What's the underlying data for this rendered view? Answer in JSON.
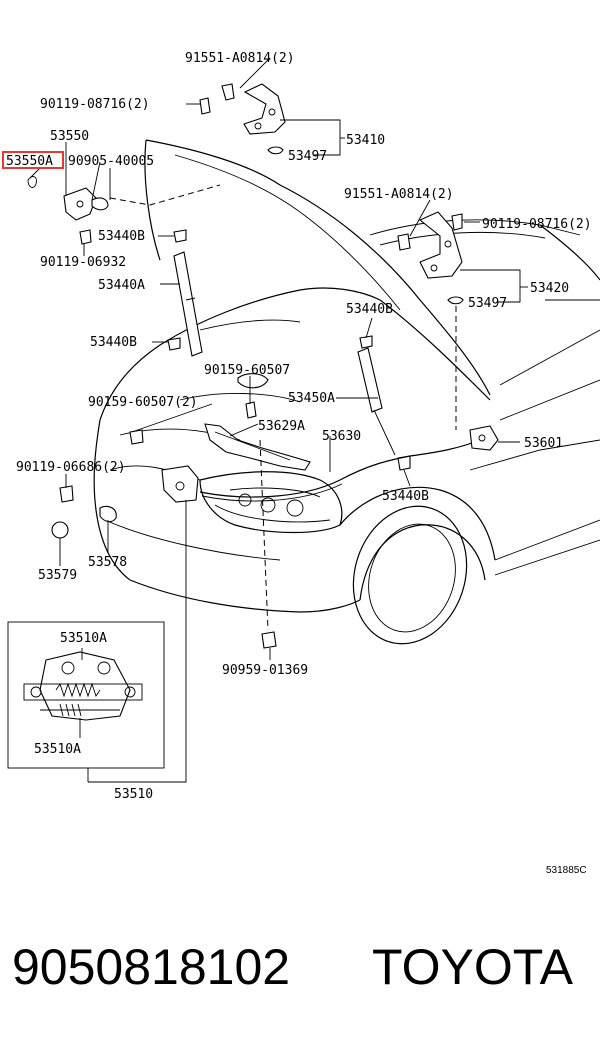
{
  "diagram": {
    "labels": {
      "l91551a": "91551-A0814(2)",
      "l90119a": "90119-08716(2)",
      "l53550": "53550",
      "l53550a": "53550A",
      "l90905": "90905-40005",
      "l53410": "53410",
      "l53497a": "53497",
      "l91551b": "91551-A0814(2)",
      "l90119b": "90119-08716(2)",
      "l53440b1": "53440B",
      "l90119c": "90119-06932",
      "l53440a": "53440A",
      "l53420": "53420",
      "l53497b": "53497",
      "l53440b2": "53440B",
      "l53440b3": "53440B",
      "l90159a": "90159-60507",
      "l90159b": "90159-60507(2)",
      "l53450a": "53450A",
      "l53629a": "53629A",
      "l53630": "53630",
      "l53601": "53601",
      "l90119d": "90119-06686(2)",
      "l53440b4": "53440B",
      "l53579": "53579",
      "l53578": "53578",
      "l53510a1": "53510A",
      "l53510a2": "53510A",
      "l90959": "90959-01369",
      "l53510": "53510",
      "code": "531885C"
    },
    "highlight_color": "#e53935"
  },
  "footer": {
    "part_number": "9050818102",
    "brand": "TOYOTA"
  }
}
